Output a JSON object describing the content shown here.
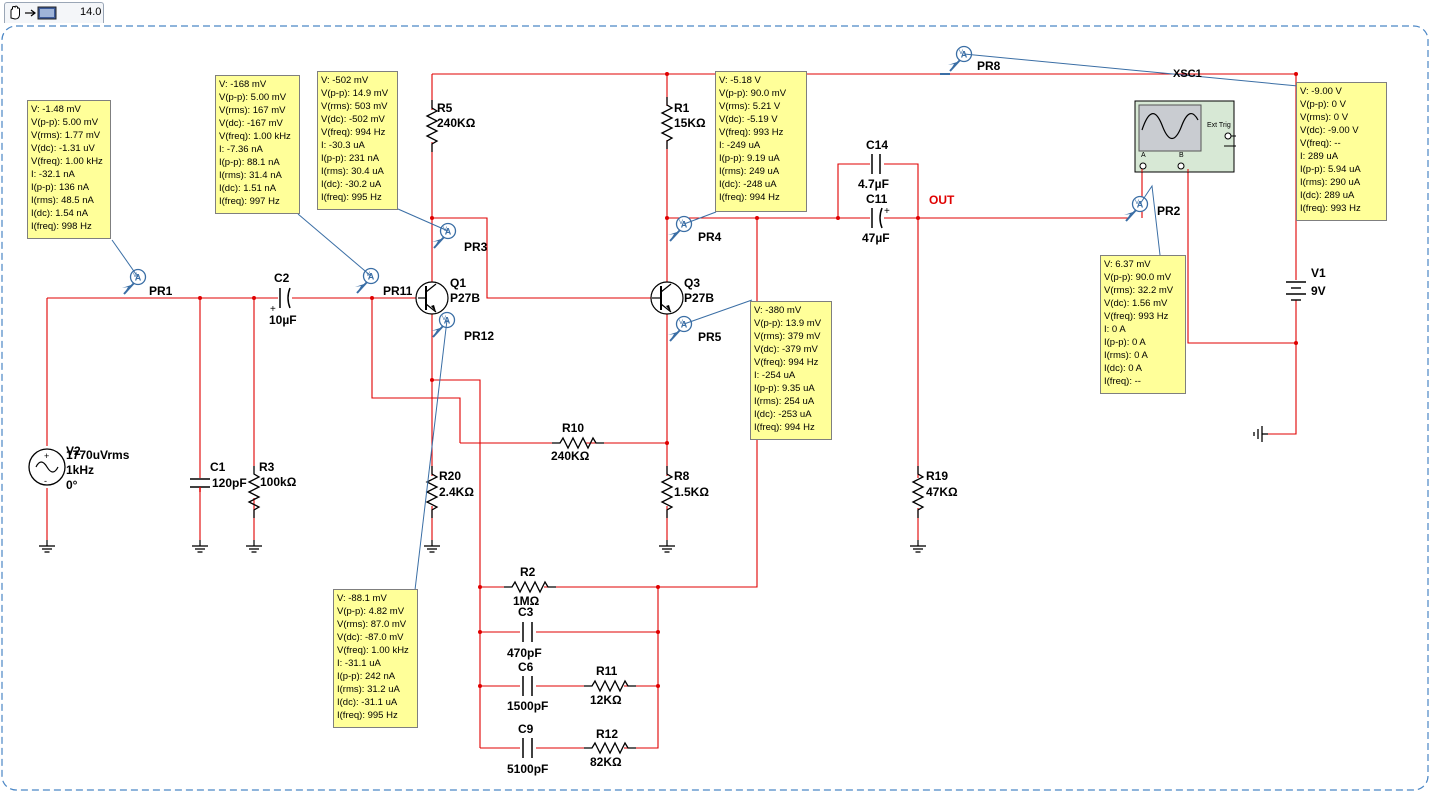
{
  "tab": {
    "zoom": "14.0",
    "icon": "hand-arrow-tool-icon"
  },
  "colors": {
    "wire": "#e00000",
    "probe_bg": "#ffff99",
    "probe_line": "#3a6ea5",
    "frame": "#4a86c5"
  },
  "labels": {
    "v2_name": "V2",
    "v2_ampl": "1770uVrms",
    "v2_freq": "1kHz",
    "v2_phase": "0°",
    "c1_name": "C1",
    "c1_val": "120pF",
    "r3_name": "R3",
    "r3_val": "100kΩ",
    "c2_name": "C2",
    "c2_val": "10µF",
    "r5_name": "R5",
    "r5_val": "240KΩ",
    "q1_name": "Q1",
    "q1_type": "P27B",
    "r20_name": "R20",
    "r20_val": "2.4KΩ",
    "r1_name": "R1",
    "r1_val": "15KΩ",
    "q3_name": "Q3",
    "q3_type": "P27B",
    "r10_name": "R10",
    "r10_val": "240KΩ",
    "r8_name": "R8",
    "r8_val": "1.5KΩ",
    "c14_name": "C14",
    "c14_val": "4.7µF",
    "c11_name": "C11",
    "c11_val": "47µF",
    "out": "OUT",
    "r19_name": "R19",
    "r19_val": "47KΩ",
    "v1_name": "V1",
    "v1_val": "9V",
    "xsc1": "XSC1",
    "ext_trig": "Ext Trig",
    "chA": "A",
    "chB": "B",
    "r2_name": "R2",
    "r2_val": "1MΩ",
    "c3_name": "C3",
    "c3_val": "470pF",
    "c6_name": "C6",
    "c6_val": "1500pF",
    "r11_name": "R11",
    "r11_val": "12KΩ",
    "c9_name": "C9",
    "c9_val": "5100pF",
    "r12_name": "R12",
    "r12_val": "82KΩ",
    "pr1": "PR1",
    "pr11": "PR11",
    "pr3": "PR3",
    "pr12": "PR12",
    "pr4": "PR4",
    "pr5": "PR5",
    "pr2": "PR2",
    "pr8": "PR8"
  },
  "probes": {
    "pr1": [
      "V: -1.48 mV",
      "V(p-p): 5.00 mV",
      "V(rms): 1.77 mV",
      "V(dc): -1.31 uV",
      "V(freq): 1.00 kHz",
      "I: -32.1 nA",
      "I(p-p): 136 nA",
      "I(rms): 48.5 nA",
      "I(dc): 1.54 nA",
      "I(freq): 998 Hz"
    ],
    "pr11": [
      "V: -168 mV",
      "V(p-p): 5.00 mV",
      "V(rms): 167 mV",
      "V(dc): -167 mV",
      "V(freq): 1.00 kHz",
      "I: -7.36 nA",
      "I(p-p): 88.1 nA",
      "I(rms): 31.4 nA",
      "I(dc): 1.51 nA",
      "I(freq): 997 Hz"
    ],
    "pr3": [
      "V: -502 mV",
      "V(p-p): 14.9 mV",
      "V(rms): 503 mV",
      "V(dc): -502 mV",
      "V(freq): 994 Hz",
      "I: -30.3 uA",
      "I(p-p): 231 nA",
      "I(rms): 30.4 uA",
      "I(dc): -30.2 uA",
      "I(freq): 995 Hz"
    ],
    "pr4": [
      "V: -5.18 V",
      "V(p-p): 90.0 mV",
      "V(rms): 5.21 V",
      "V(dc): -5.19 V",
      "V(freq): 993 Hz",
      "I: -249 uA",
      "I(p-p): 9.19 uA",
      "I(rms): 249 uA",
      "I(dc): -248 uA",
      "I(freq): 994 Hz"
    ],
    "pr8": [
      "V: -9.00 V",
      "V(p-p): 0 V",
      "V(rms): 0 V",
      "V(dc): -9.00 V",
      "V(freq): --",
      "I: 289 uA",
      "I(p-p): 5.94 uA",
      "I(rms): 290 uA",
      "I(dc): 289 uA",
      "I(freq): 993 Hz"
    ],
    "pr2": [
      "V: 6.37 mV",
      "V(p-p): 90.0 mV",
      "V(rms): 32.2 mV",
      "V(dc): 1.56 mV",
      "V(freq): 993 Hz",
      "I: 0 A",
      "I(p-p): 0 A",
      "I(rms): 0 A",
      "I(dc): 0 A",
      "I(freq): --"
    ],
    "pr5": [
      "V: -380 mV",
      "V(p-p): 13.9 mV",
      "V(rms): 379 mV",
      "V(dc): -379 mV",
      "V(freq): 994 Hz",
      "I: -254 uA",
      "I(p-p): 9.35 uA",
      "I(rms): 254 uA",
      "I(dc): -253 uA",
      "I(freq): 994 Hz"
    ],
    "pr12": [
      "V: -88.1 mV",
      "V(p-p): 4.82 mV",
      "V(rms): 87.0 mV",
      "V(dc): -87.0 mV",
      "V(freq): 1.00 kHz",
      "I: -31.1 uA",
      "I(p-p): 242 nA",
      "I(rms): 31.2 uA",
      "I(dc): -31.1 uA",
      "I(freq): 995 Hz"
    ]
  }
}
